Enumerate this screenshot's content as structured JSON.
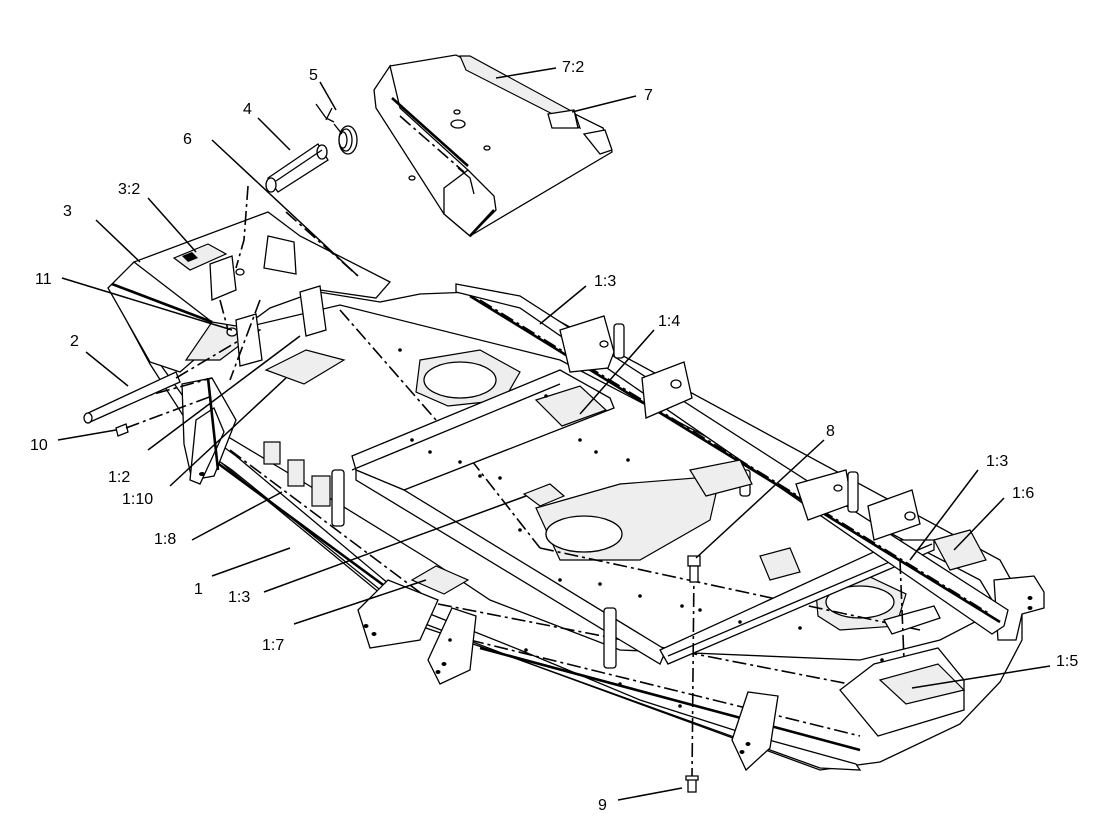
{
  "callouts": [
    {
      "id": "7:2",
      "label": "7:2"
    },
    {
      "id": "7",
      "label": "7"
    },
    {
      "id": "5",
      "label": "5"
    },
    {
      "id": "4",
      "label": "4"
    },
    {
      "id": "6",
      "label": "6"
    },
    {
      "id": "3:2",
      "label": "3:2"
    },
    {
      "id": "3",
      "label": "3"
    },
    {
      "id": "11",
      "label": "11"
    },
    {
      "id": "2",
      "label": "2"
    },
    {
      "id": "10",
      "label": "10"
    },
    {
      "id": "1:2",
      "label": "1:2"
    },
    {
      "id": "1:10",
      "label": "1:10"
    },
    {
      "id": "1:8",
      "label": "1:8"
    },
    {
      "id": "1",
      "label": "1"
    },
    {
      "id": "1:3a",
      "label": "1:3"
    },
    {
      "id": "1:4",
      "label": "1:4"
    },
    {
      "id": "8",
      "label": "8"
    },
    {
      "id": "1:3b",
      "label": "1:3"
    },
    {
      "id": "1:6",
      "label": "1:6"
    },
    {
      "id": "1:3c",
      "label": "1:3"
    },
    {
      "id": "1:7",
      "label": "1:7"
    },
    {
      "id": "1:5",
      "label": "1:5"
    },
    {
      "id": "9",
      "label": "9"
    }
  ]
}
